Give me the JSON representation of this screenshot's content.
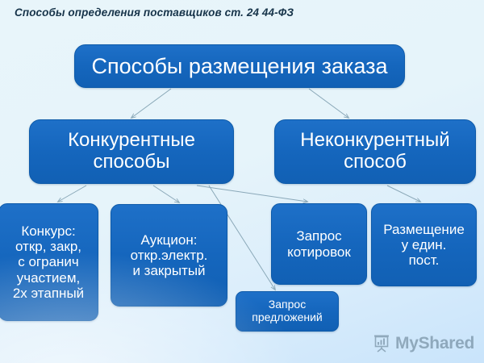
{
  "slide": {
    "title": "Способы определения поставщиков ст. 24 44-ФЗ",
    "background_top_color": "#e8f5fa",
    "background_bottom_color": "#c9e4fb",
    "node_fill_color": "#1566bd",
    "node_text_color": "#ffffff",
    "connector_color": "#8aa8b8"
  },
  "diagram": {
    "root": {
      "label": "Способы размещения заказа"
    },
    "level2": [
      {
        "label": "Конкурентные\nспособы"
      },
      {
        "label": "Неконкурентный\nспособ"
      }
    ],
    "leaves": [
      {
        "label": "Конкурс:\nоткр, закр,\nс огранич\nучастием,\n2х этапный"
      },
      {
        "label": "Аукцион:\nоткр.электр.\nи закрытый"
      },
      {
        "label": "Запрос\nкотировок"
      },
      {
        "label": "Размещение\nу един.\nпост."
      },
      {
        "label": "Запрос\nпредложений"
      }
    ]
  },
  "watermark": {
    "text": "MyShared",
    "icon": "presentation-chart-icon"
  }
}
